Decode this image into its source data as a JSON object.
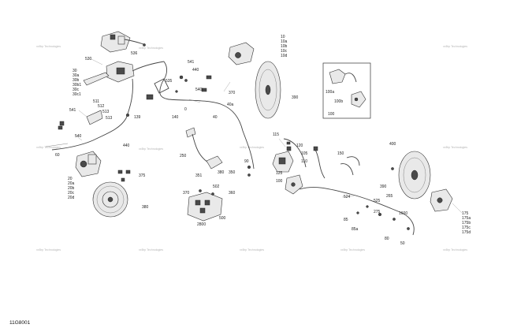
{
  "diagram_code": "11G8001",
  "watermark_text": "xxBrp Technologies",
  "labels": {
    "l530": "530",
    "l536": "536",
    "l541a": "541",
    "l440": "440",
    "l535": "535",
    "l540i": "540i",
    "l30": "30",
    "l30a": "30a",
    "l30b": "30b",
    "l30b1": "30b1",
    "l30c": "30c",
    "l30c1": "30c1",
    "l541b": "541",
    "l511": "511",
    "l512": "512",
    "l513a": "513",
    "l513b": "513",
    "l139": "139",
    "l140": "140",
    "l40": "40",
    "l40a": "40a",
    "l370a": "370",
    "l0": "0",
    "l10": "10",
    "l10a": "10a",
    "l10b": "10b",
    "l10c": "10c",
    "l10d": "10d",
    "l390a": "390",
    "l540": "540",
    "l60": "60",
    "l440b": "440",
    "l250": "250",
    "l115": "115",
    "l120": "120",
    "l105": "105",
    "l110": "110",
    "l150": "150",
    "l400": "400",
    "l100a": "100a",
    "l100b": "100b",
    "l100": "100",
    "l20": "20",
    "l20a": "20a",
    "l20b": "20b",
    "l20c": "20c",
    "l20d": "20d",
    "l375": "375",
    "l380": "380",
    "l351": "351",
    "l380b": "380",
    "l350": "350",
    "l90": "90",
    "l125": "125",
    "l100c": "100",
    "l502": "502",
    "l370b": "370",
    "l360": "360",
    "l500": "500",
    "l2800": "2800",
    "l524": "524",
    "l525": "525",
    "l390b": "390",
    "l265": "265",
    "l275": "275",
    "l1600": "1600",
    "l85": "85",
    "l80": "80",
    "l50": "50",
    "l85a": "85a",
    "l175": "175",
    "l175a": "175a",
    "l175b": "175b",
    "l175c": "175c",
    "l175d": "175d"
  }
}
